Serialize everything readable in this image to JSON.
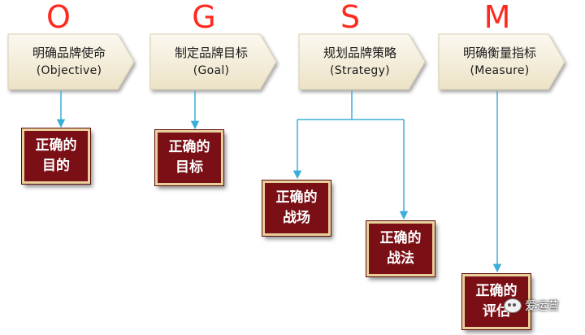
{
  "colors": {
    "letter": "#ff2a1f",
    "header_fill": "#f4eddc",
    "box_fill": "#7a0f15",
    "box_border": "#e9d09a",
    "arrow": "#3aaed8"
  },
  "columns": [
    {
      "letter": "O",
      "title": "明确品牌使命",
      "subtitle": "(Objective)"
    },
    {
      "letter": "G",
      "title": "制定品牌目标",
      "subtitle": "(Goal)"
    },
    {
      "letter": "S",
      "title": "规划品牌策略",
      "subtitle": "(Strategy)"
    },
    {
      "letter": "M",
      "title": "明确衡量指标",
      "subtitle": "(Measure)"
    }
  ],
  "results": [
    {
      "text": "正确的\n目的"
    },
    {
      "text": "正确的\n目标"
    },
    {
      "text": "正确的\n战场"
    },
    {
      "text": "正确的\n战法"
    },
    {
      "text": "正确的\n评估"
    }
  ],
  "watermark": {
    "icon": "wechat-icon",
    "text": "爱运营"
  }
}
